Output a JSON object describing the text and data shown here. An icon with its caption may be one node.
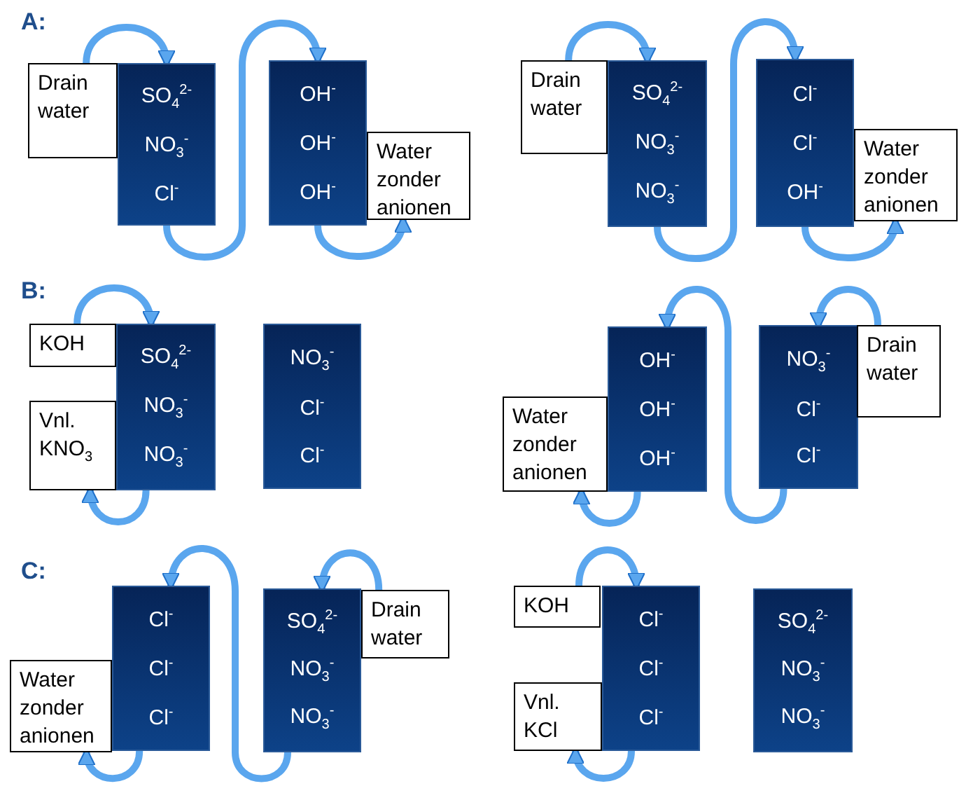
{
  "diagram": {
    "nodes": [
      {
        "text": [
          "Drain water"
        ]
      },
      {
        "text": [
          "SO$_{4}$$^{2-}$",
          "NO$_{3}$$^{-}$",
          "Cl$^{-}$"
        ]
      },
      {
        "text": [
          "OH$^{-}$",
          "OH$^{-}$",
          "OH$^{-}$"
        ]
      },
      {
        "text": [
          "Water zonder anionen"
        ]
      },
      {
        "text": [
          "Drain water"
        ]
      },
      {
        "text": [
          "SO$_{4}$$^{2-}$",
          "NO$_{3}$$^{-}$",
          "NO$_{3}$$^{-}$"
        ]
      },
      {
        "text": [
          "Cl$^{-}$",
          "Cl$^{-}$",
          "OH$^{-}$"
        ]
      },
      {
        "text": [
          "Water zonder anionen"
        ]
      },
      {
        "text": [
          "KOH"
        ]
      },
      {
        "text": [
          "SO$_{4}$$^{2-}$",
          "NO$_{3}$$^{-}$",
          "NO$_{3}$$^{-}$"
        ]
      },
      {
        "text": [
          "NO$_{3}$$^{-}$",
          "Cl$^{-}$",
          "Cl$^{-}$"
        ]
      },
      {
        "text": [
          "Vnl. KNO$_{3}$"
        ]
      },
      {
        "text": [
          "OH$^{-}$",
          "OH$^{-}$",
          "OH$^{-}$"
        ]
      },
      {
        "text": [
          "NO$_{3}$$^{-}$",
          "Cl$^{-}$",
          "Cl$^{-}$"
        ]
      },
      {
        "text": [
          "Drain water"
        ]
      },
      {
        "text": [
          "Water zonder anionen"
        ]
      },
      {
        "text": [
          "Cl$^{-}$",
          "Cl$^{-}$",
          "Cl$^{-}$"
        ]
      },
      {
        "text": [
          "SO$_{4}$$^{2-}$",
          "NO$_{3}$$^{-}$",
          "NO$_{3}$$^{-}$"
        ]
      },
      {
        "text": [
          "Drain water"
        ]
      },
      {
        "text": [
          "Water zonder anionen"
        ]
      },
      {
        "text": [
          "KOH"
        ]
      },
      {
        "text": [
          "Cl$^{-}$",
          "Cl$^{-}$",
          "Cl$^{-}$"
        ]
      },
      {
        "text": [
          "SO$_{4}$$^{2-}$",
          "NO$_{3}$$^{-}$",
          "NO$_{3}$$^{-}$"
        ]
      },
      {
        "text": [
          "Vnl. KCl"
        ]
      }
    ],
    "edges": [
      {
        "from": 0,
        "to": 1,
        "arrow": "to"
      },
      {
        "from": 1,
        "to": 2,
        "arrow": "to"
      },
      {
        "from": 2,
        "to": 3,
        "arrow": "to"
      },
      {
        "from": 4,
        "to": 5,
        "arrow": "to"
      },
      {
        "from": 5,
        "to": 6,
        "arrow": "to"
      },
      {
        "from": 6,
        "to": 7,
        "arrow": "to"
      },
      {
        "from": 8,
        "to": 9,
        "arrow": "to"
      },
      {
        "from": 9,
        "to": 11,
        "arrow": "to"
      },
      {
        "from": 14,
        "to": 13,
        "arrow": "to"
      },
      {
        "from": 13,
        "to": 12,
        "arrow": "to"
      },
      {
        "from": 12,
        "to": 15,
        "arrow": "to"
      },
      {
        "from": 18,
        "to": 17,
        "arrow": "to"
      },
      {
        "from": 17,
        "to": 16,
        "arrow": "to"
      },
      {
        "from": 16,
        "to": 19,
        "arrow": "to"
      },
      {
        "from": 20,
        "to": 21,
        "arrow": "to"
      },
      {
        "from": 21,
        "to": 23,
        "arrow": "to"
      }
    ],
    "labels": [
      "A:",
      "B:",
      "C:"
    ]
  }
}
